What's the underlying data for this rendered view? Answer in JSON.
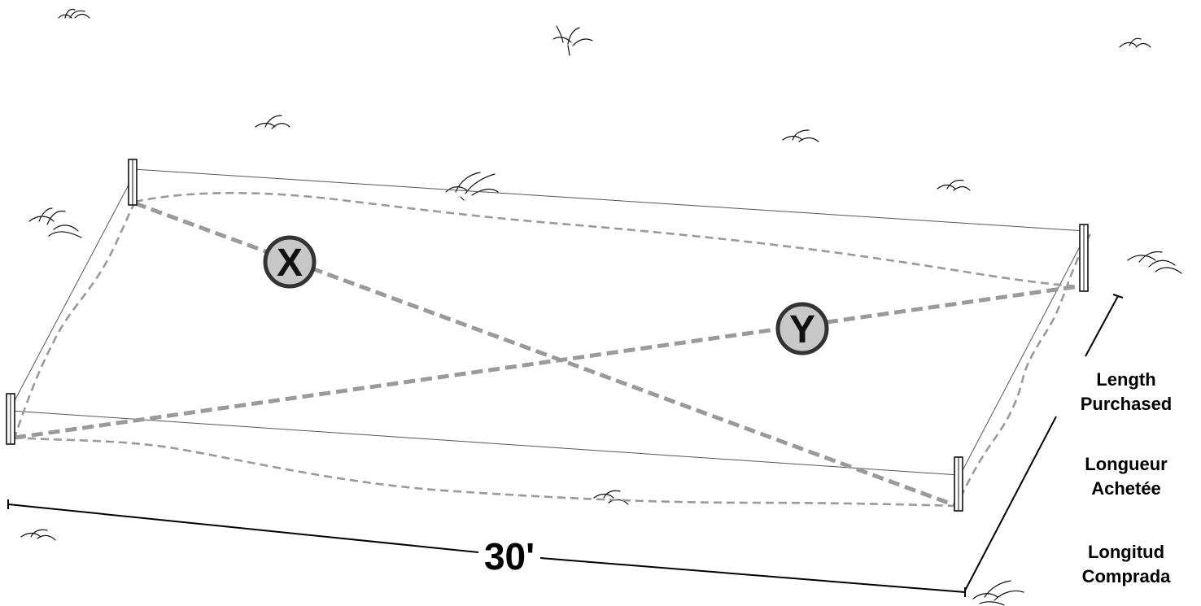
{
  "markers": {
    "x": "X",
    "y": "Y"
  },
  "dimension": {
    "width_label": "30'"
  },
  "length_labels": {
    "english_line1": "Length",
    "english_line2": "Purchased",
    "french_line1": "Longueur",
    "french_line2": "Achetée",
    "spanish_line1": "Longitud",
    "spanish_line2": "Comprada"
  },
  "colors": {
    "dashed_lines": "#9a9a9a",
    "marker_fill": "#c8c8c8",
    "marker_stroke": "#333333"
  }
}
